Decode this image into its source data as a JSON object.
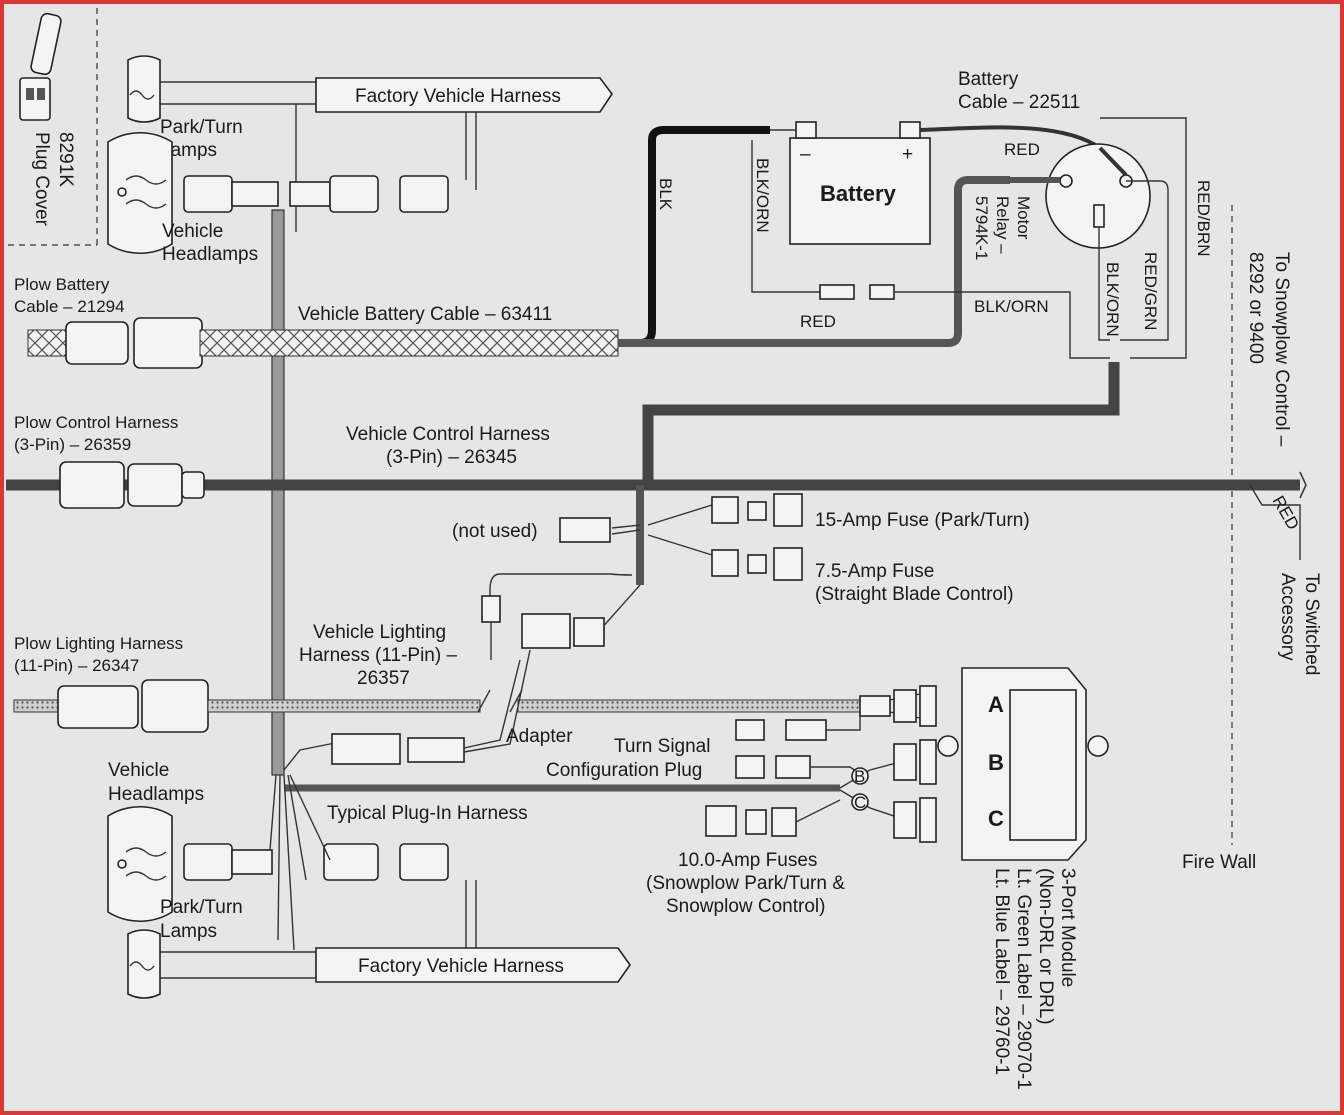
{
  "frame": {
    "border_color": "#d9383a",
    "background": "#e6e6e6"
  },
  "labels": {
    "plug_cover": [
      "8291K",
      "Plug Cover"
    ],
    "factory_harness_top": "Factory Vehicle Harness",
    "park_turn_top": [
      "Park/Turn",
      "Lamps"
    ],
    "vehicle_headlamps_top": [
      "Vehicle",
      "Headlamps"
    ],
    "plow_battery_cable": [
      "Plow Battery",
      "Cable – 21294"
    ],
    "vehicle_battery_cable": "Vehicle Battery Cable – 63411",
    "battery_cable": [
      "Battery",
      "Cable – 22511"
    ],
    "battery": "Battery",
    "battery_minus": "–",
    "battery_plus": "+",
    "blk": "BLK",
    "blk_orn_left": "BLK/ORN",
    "motor_relay": [
      "Motor",
      "Relay –",
      "5794K-1"
    ],
    "red_top": "RED",
    "red_mid": "RED",
    "blk_orn_bottom": "BLK/ORN",
    "red_grn": "RED/GRN",
    "blk_orn_right": "BLK/ORN",
    "red_brn": "RED/BRN",
    "to_snowplow_control": [
      "To Snowplow Control –",
      "8292 or 9400"
    ],
    "plow_control_harness": [
      "Plow Control Harness",
      "(3-Pin) – 26359"
    ],
    "vehicle_control_harness": [
      "Vehicle Control Harness",
      "(3-Pin) – 26345"
    ],
    "not_used": "(not used)",
    "fuse_15": "15-Amp Fuse (Park/Turn)",
    "fuse_75": [
      "7.5-Amp Fuse",
      "(Straight Blade Control)"
    ],
    "red_right": "RED",
    "to_switched_accessory": [
      "To Switched",
      "Accessory"
    ],
    "plow_lighting_harness": [
      "Plow Lighting Harness",
      "(11-Pin) – 26347"
    ],
    "vehicle_lighting_harness": [
      "Vehicle Lighting",
      "Harness (11-Pin) –",
      "26357"
    ],
    "adapter": "Adapter",
    "turn_signal_plug": [
      "Turn Signal",
      "Configuration Plug"
    ],
    "vehicle_headlamps_bottom": [
      "Vehicle",
      "Headlamps"
    ],
    "typical_plugin_harness": "Typical Plug-In Harness",
    "fuses_10": [
      "10.0-Amp Fuses",
      "(Snowplow Park/Turn &",
      "Snowplow Control)"
    ],
    "park_turn_bottom": [
      "Park/Turn",
      "Lamps"
    ],
    "factory_harness_bottom": "Factory Vehicle Harness",
    "fire_wall": "Fire Wall",
    "module_ports": [
      "A",
      "B",
      "C"
    ],
    "module_label": [
      "3-Port Module",
      "(Non-DRL or DRL)",
      "Lt. Green Label – 29070-1",
      "Lt. Blue Label – 29760-1"
    ],
    "connector_b": "B",
    "connector_c": "C"
  }
}
